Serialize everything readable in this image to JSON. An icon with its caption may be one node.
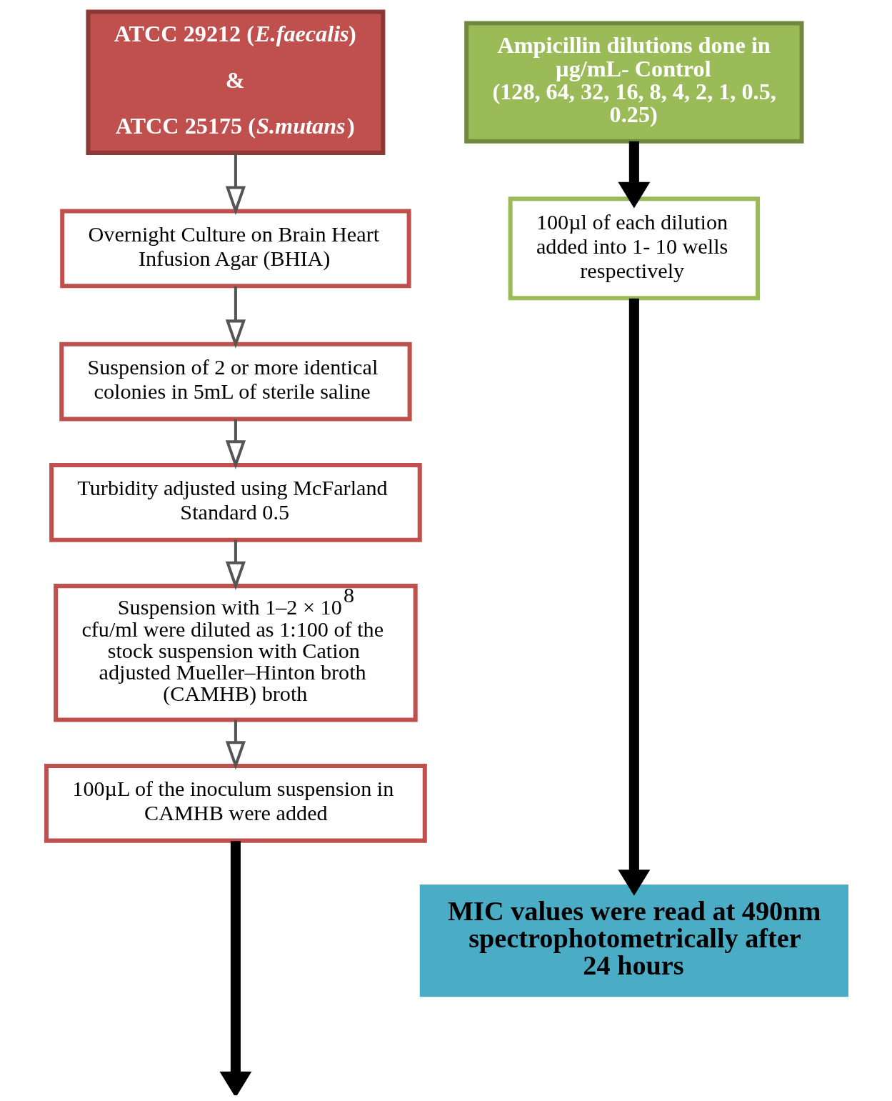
{
  "diagram": {
    "nodes": [
      {
        "text": [
          "ATCC 29212 (*E.faecalis*)",
          "&",
          "ATCC 25175 (*S.mutans*)"
        ]
      },
      {
        "text": [
          "Overnight Culture on Brain Heart Infusion Agar (BHIA)"
        ]
      },
      {
        "text": [
          "Suspension of 2 or more identical colonies in 5mL of sterile saline"
        ]
      },
      {
        "text": [
          "Turbidity adjusted using McFarland Standard 0.5"
        ]
      },
      {
        "text": [
          "Suspension with 1–2 × 10$^{8}$ cfu/ml were diluted as 1:100 of the stock suspension with Cation adjusted Mueller–Hinton broth (CAMHB) broth"
        ]
      },
      {
        "text": [
          "100µL of the inoculum suspension in CAMHB were added"
        ]
      },
      {
        "text": [
          "Ampicillin dilutions done in µg/mL- Control",
          "(128, 64, 32, 16, 8, 4, 2, 1, 0.5, 0.25)"
        ]
      },
      {
        "text": [
          "100µl of each dilution added into 1- 10 wells respectively"
        ]
      },
      {
        "text": [
          "MIC values were read at 490nm spectrophotometrically after 24 hours"
        ]
      }
    ],
    "edges": [
      {
        "from": 0,
        "to": 1,
        "arrow": "to"
      },
      {
        "from": 1,
        "to": 2,
        "arrow": "to"
      },
      {
        "from": 2,
        "to": 3,
        "arrow": "to"
      },
      {
        "from": 3,
        "to": 4,
        "arrow": "to"
      },
      {
        "from": 4,
        "to": 5,
        "arrow": "to"
      },
      {
        "from": 6,
        "to": 7,
        "arrow": "to",
        "style": "thick",
        "color": "#000000"
      },
      {
        "from": 7,
        "to": 8,
        "arrow": "to",
        "style": "thick",
        "color": "#000000"
      },
      {
        "from": 5,
        "to": null,
        "arrow": "to",
        "style": "thick",
        "color": "#000000"
      }
    ]
  }
}
